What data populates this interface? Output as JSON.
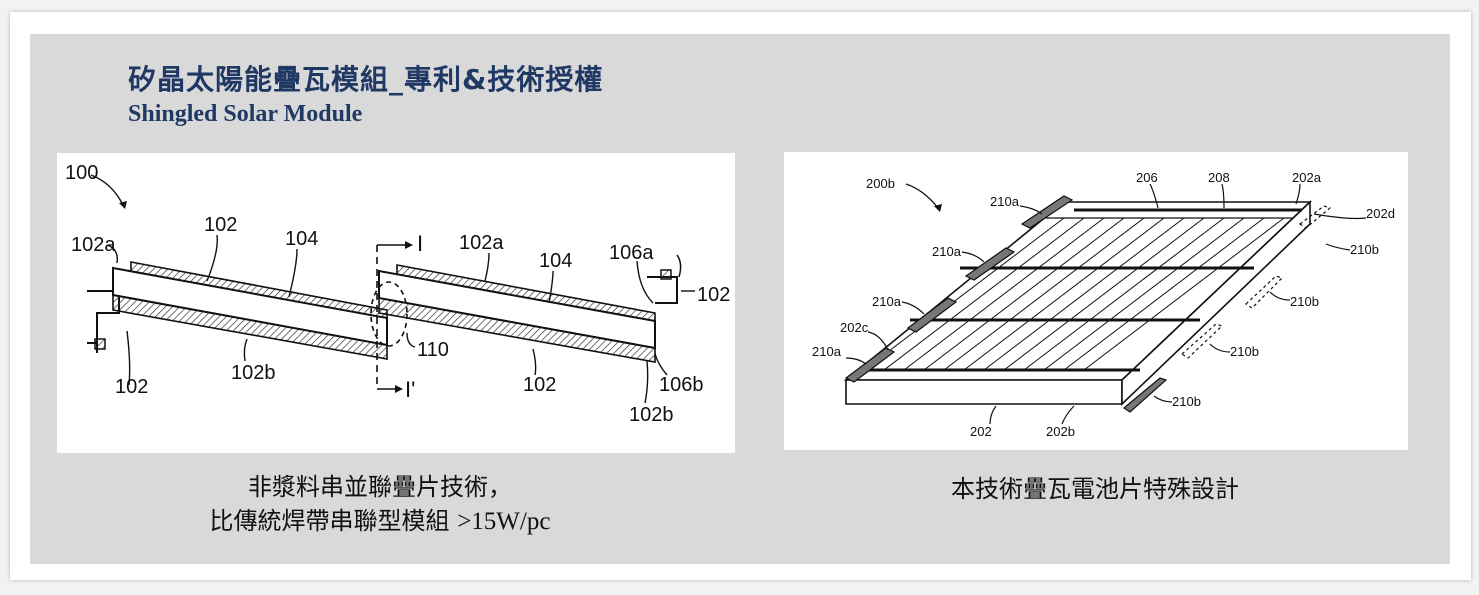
{
  "header": {
    "title_zh": "矽晶太陽能疊瓦模組_專利&技術授權",
    "title_en": "Shingled Solar Module"
  },
  "figure_left": {
    "labels": {
      "l100": "100",
      "l102a_left": "102a",
      "l102_top1": "102",
      "l104_top1": "104",
      "l102a_mid": "102a",
      "l104_top2": "104",
      "l106a": "106a",
      "l102_right": "102",
      "l110": "110",
      "l102_bottom_left": "102",
      "l102b_mid": "102b",
      "l102_bottom_mid": "102",
      "l106b": "106b",
      "l102b_right": "102b",
      "lI": "I",
      "lIprime": "I'"
    }
  },
  "figure_right": {
    "labels": {
      "l200b": "200b",
      "l206": "206",
      "l208": "208",
      "l202a": "202a",
      "l202d": "202d",
      "l210a_1": "210a",
      "l210a_2": "210a",
      "l210a_3": "210a",
      "l210a_4": "210a",
      "l202c": "202c",
      "l210b_1": "210b",
      "l210b_2": "210b",
      "l210b_3": "210b",
      "l210b_4": "210b",
      "l202": "202",
      "l202b": "202b"
    }
  },
  "captions": {
    "left_line1": "非漿料串並聯疊片技術，",
    "left_line2_zh": "比傳統焊帶串聯型模組 ",
    "left_line2_en": ">15W/pc",
    "right": "本技術疊瓦電池片特殊設計"
  }
}
